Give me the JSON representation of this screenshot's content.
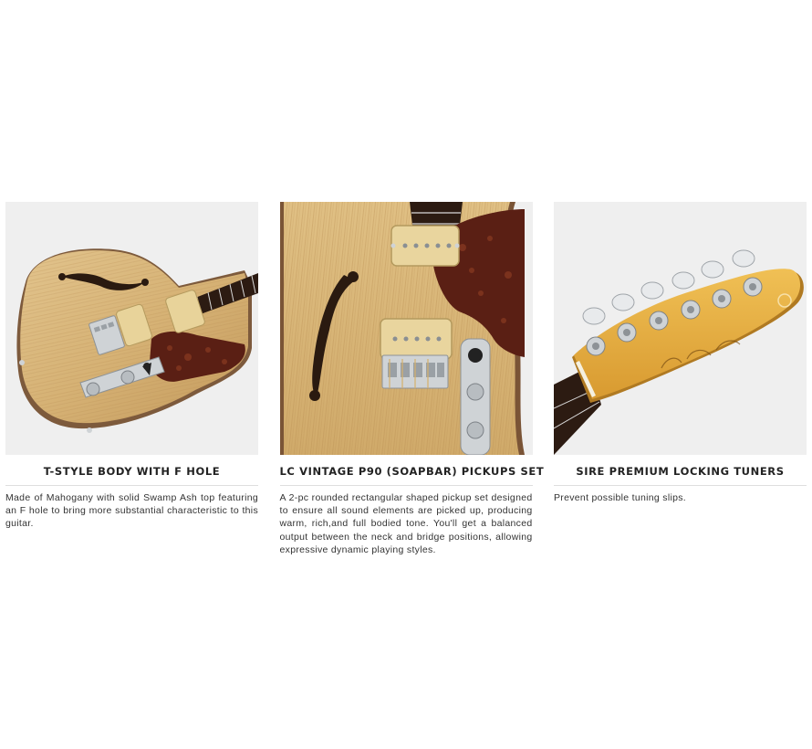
{
  "features": [
    {
      "image_alt": "t-style-body-image",
      "title": "T-STYLE BODY WITH F HOLE",
      "description": "Made of Mahogany with solid Swamp Ash top featuring an F hole to bring more substantial characteristic to this guitar."
    },
    {
      "image_alt": "p90-pickups-image",
      "title": "LC VINTAGE P90 (SOAPBAR) PICKUPS SET",
      "description": "A 2-pc rounded rectangular shaped pickup set designed to ensure all sound elements are picked up, producing warm, rich,and full bodied tone. You'll get a balanced output between the neck and bridge positions, allowing expressive dynamic playing styles."
    },
    {
      "image_alt": "locking-tuners-image",
      "title": "SIRE PREMIUM LOCKING TUNERS",
      "description": "Prevent possible tuning slips."
    }
  ],
  "colors": {
    "image_bg": "#efefef",
    "ash_wood": "#d9b77a",
    "maple_neck": "#e8b24a",
    "tortoise": "#5a1f14",
    "rosewood": "#3a2418",
    "chrome": "#cfd3d6",
    "title_text": "#222222",
    "body_text": "#333333",
    "divider": "#dedede"
  }
}
